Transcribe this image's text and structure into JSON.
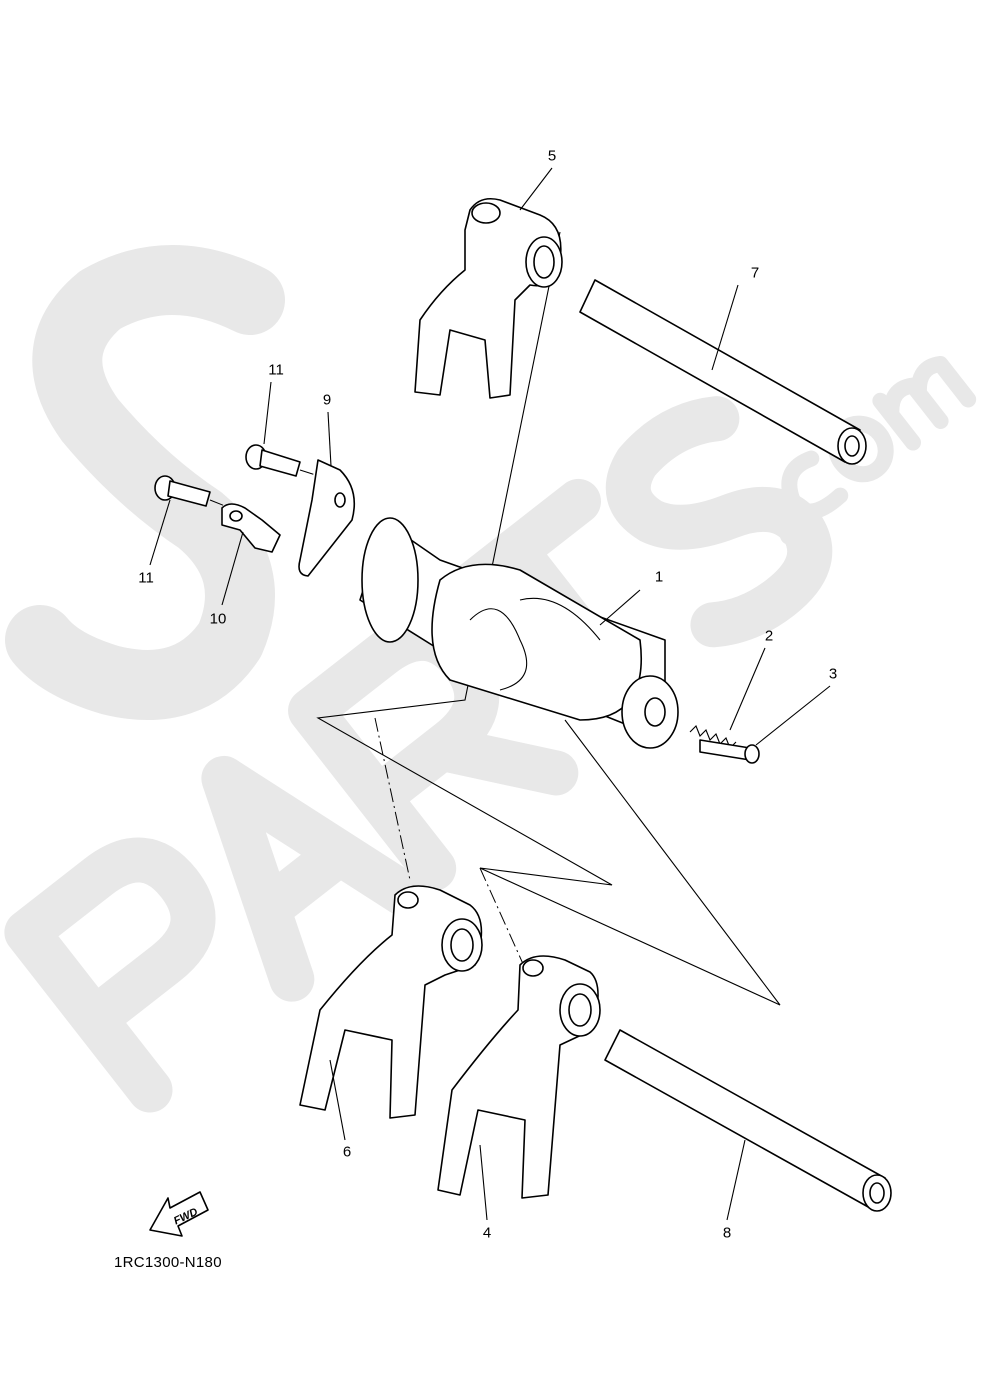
{
  "watermark": {
    "text": "SPARTS",
    "suffix": ".com",
    "color": "#e6e6e6"
  },
  "callouts": [
    {
      "id": "5",
      "label": "5"
    },
    {
      "id": "7",
      "label": "7"
    },
    {
      "id": "11a",
      "label": "11"
    },
    {
      "id": "9",
      "label": "9"
    },
    {
      "id": "11b",
      "label": "11"
    },
    {
      "id": "10",
      "label": "10"
    },
    {
      "id": "1",
      "label": "1"
    },
    {
      "id": "2",
      "label": "2"
    },
    {
      "id": "3",
      "label": "3"
    },
    {
      "id": "6",
      "label": "6"
    },
    {
      "id": "4",
      "label": "4"
    },
    {
      "id": "8",
      "label": "8"
    }
  ],
  "fwd_icon": {
    "text": "FWD",
    "icon": "fwd-arrow-icon"
  },
  "diagram_code": "1RC1300-N180"
}
